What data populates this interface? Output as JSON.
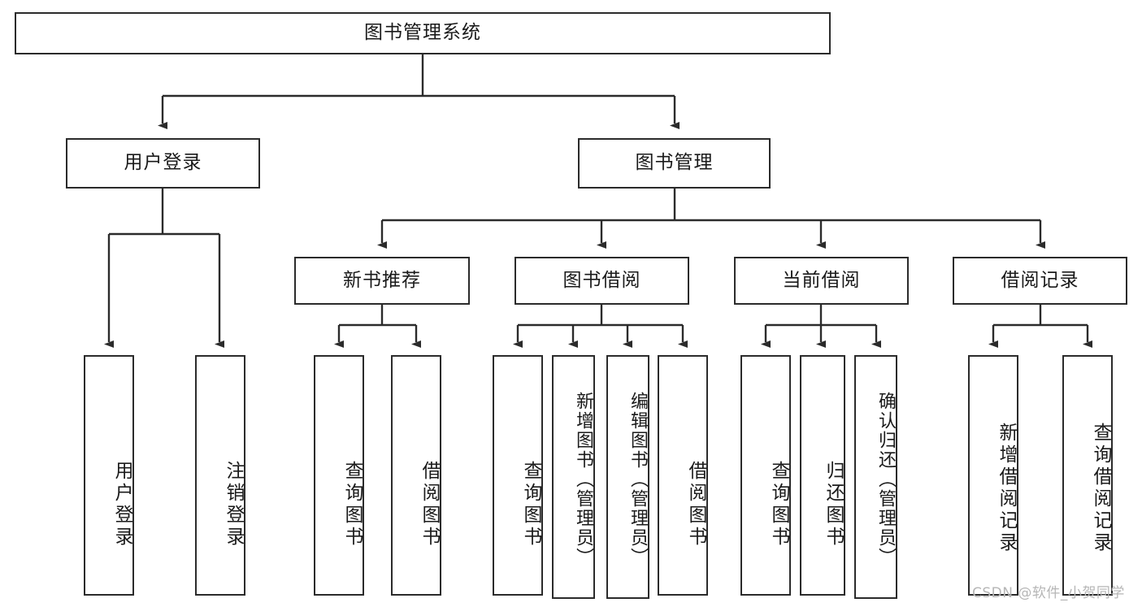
{
  "diagram": {
    "type": "tree-hierarchy-flowchart",
    "title": "图书管理系统",
    "levels": {
      "root": {
        "label": "图书管理系统"
      },
      "level2": [
        {
          "id": "user-login",
          "label": "用户登录"
        },
        {
          "id": "book-manage",
          "label": "图书管理"
        }
      ],
      "level3": [
        {
          "id": "new-book-recommend",
          "label": "新书推荐",
          "parent": "book-manage"
        },
        {
          "id": "book-borrow",
          "label": "图书借阅",
          "parent": "book-manage"
        },
        {
          "id": "current-borrow",
          "label": "当前借阅",
          "parent": "book-manage"
        },
        {
          "id": "borrow-record",
          "label": "借阅记录",
          "parent": "book-manage"
        }
      ],
      "leaves": [
        {
          "id": "leaf-user-login",
          "label": "用户登录",
          "parent": "user-login"
        },
        {
          "id": "leaf-logout-login",
          "label": "注销登录",
          "parent": "user-login"
        },
        {
          "id": "leaf-query-book-1",
          "label": "查询图书",
          "parent": "new-book-recommend"
        },
        {
          "id": "leaf-borrow-book-1",
          "label": "借阅图书",
          "parent": "new-book-recommend"
        },
        {
          "id": "leaf-query-book-2",
          "label": "查询图书",
          "parent": "book-borrow"
        },
        {
          "id": "leaf-add-book",
          "label": "新增图书（管理员）",
          "parent": "book-borrow"
        },
        {
          "id": "leaf-edit-book",
          "label": "编辑图书（管理员）",
          "parent": "book-borrow"
        },
        {
          "id": "leaf-borrow-book-2",
          "label": "借阅图书",
          "parent": "book-borrow"
        },
        {
          "id": "leaf-query-book-3",
          "label": "查询图书",
          "parent": "current-borrow"
        },
        {
          "id": "leaf-return-book",
          "label": "归还图书",
          "parent": "current-borrow"
        },
        {
          "id": "leaf-confirm-return",
          "label": "确认归还（管理员）",
          "parent": "current-borrow"
        },
        {
          "id": "leaf-add-record",
          "label": "新增借阅记录",
          "parent": "borrow-record"
        },
        {
          "id": "leaf-query-record",
          "label": "查询借阅记录",
          "parent": "borrow-record"
        }
      ]
    },
    "watermark": "CSDN @软件_小贺同学",
    "colors": {
      "stroke": "#2b2b2b",
      "fill": "#ffffff",
      "text": "#1a1a1a",
      "watermark": "#b6b6b6"
    }
  }
}
